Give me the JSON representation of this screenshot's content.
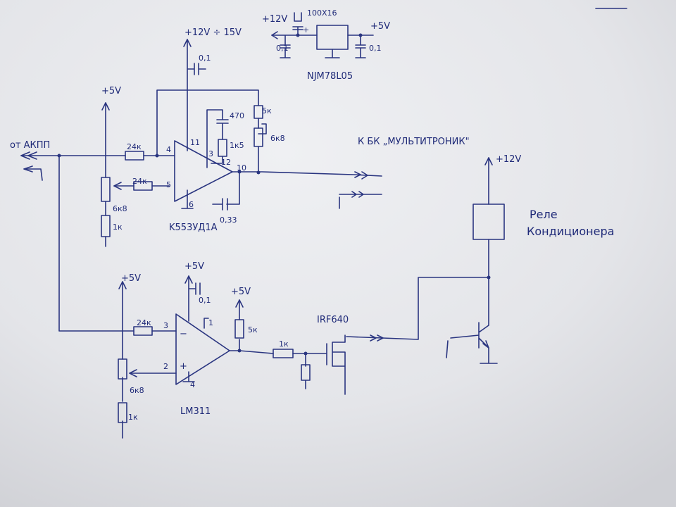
{
  "regulator": {
    "input_voltage": "+12V",
    "output_voltage": "+5V",
    "input_cap": "100X16",
    "bypass_cap_left": "0,1",
    "bypass_cap_right": "0,1",
    "part": "NJM78L05"
  },
  "opamp_stage": {
    "supply": "+12V ÷ 15V",
    "supply_cap": "0,1",
    "ref_supply": "+5V",
    "input_label": "от АКПП",
    "input_resistor": "24к",
    "ref_resistor": "24к",
    "pot": "6к8",
    "pot_low_resistor": "1к",
    "comp_cap": "470",
    "comp_resistor": "1к5",
    "fb_resistor": "5к",
    "fb_pot": "6к8",
    "output_cap": "0,33",
    "part": "K553УД1А",
    "pins": {
      "p4": "4",
      "p5": "5",
      "p6": "6",
      "p11": "11",
      "p3": "3",
      "p12": "12",
      "p10": "10"
    },
    "output_label": "К БК „МУЛЬТИТРОНИК\""
  },
  "comparator_stage": {
    "supply": "+5V",
    "supply_cap": "0,1",
    "ref_supply": "+5V",
    "input_resistor": "24к",
    "pot": "6к8",
    "pot_low_resistor": "1к",
    "pullup_supply": "+5V",
    "pullup_resistor": "5к",
    "gate_resistor": "1к",
    "part": "LM311",
    "pins": {
      "p3": "3",
      "p2": "2",
      "p4": "4",
      "p1": "1"
    },
    "minus_sign": "−",
    "plus_sign": "+"
  },
  "mosfet": {
    "part": "IRF640"
  },
  "relay": {
    "supply": "+12V",
    "label_line1": "Реле",
    "label_line2": "Кондиционера"
  }
}
